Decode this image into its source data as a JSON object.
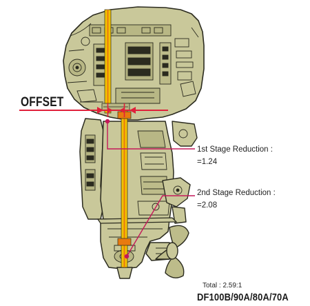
{
  "labels": {
    "offset": "OFFSET",
    "stage1_title": "1st Stage Reduction :",
    "stage1_value": "=1.24",
    "stage2_title": "2nd Stage Reduction :",
    "stage2_value": "=2.08",
    "total": "Total : 2.59:1",
    "model": "DF100B/90A/80A/70A"
  },
  "colors": {
    "engine_fill": "#c9c89a",
    "engine_dark": "#a9a877",
    "line": "#2b2b1f",
    "shaft_yellow": "#f2c200",
    "shaft_orange": "#e87a10",
    "callout_red": "#e0203a",
    "callout_magenta": "#c4185a"
  }
}
